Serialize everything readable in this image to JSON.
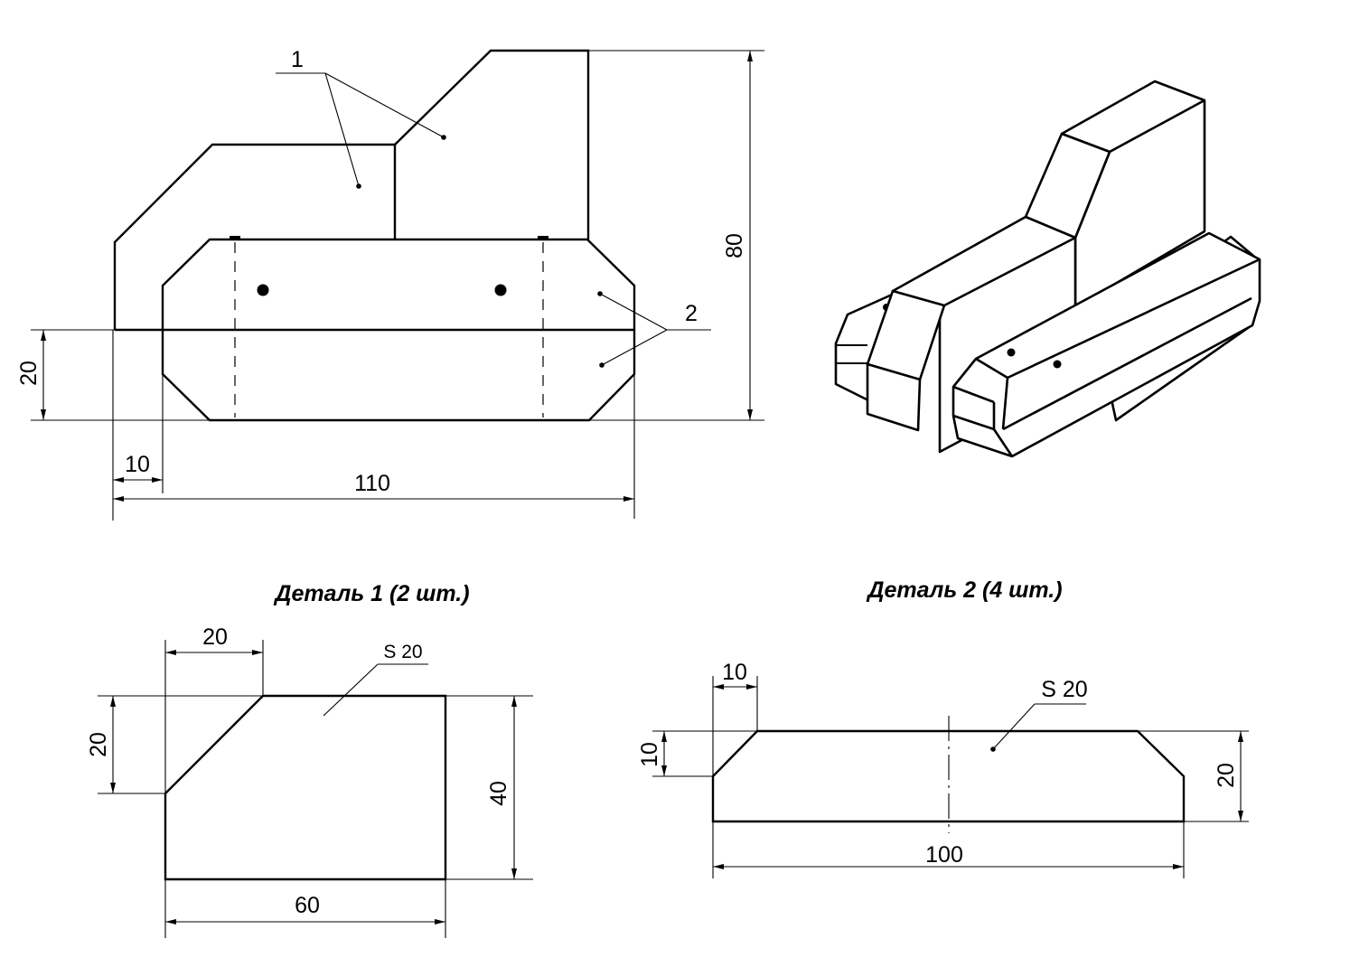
{
  "assembly": {
    "callouts": [
      "1",
      "2"
    ],
    "dimensions": {
      "height_total": "80",
      "height_track": "20",
      "offset": "10",
      "length": "110"
    }
  },
  "part1": {
    "title": "Деталь 1 (2 шт.)",
    "material": "S 20",
    "dimensions": {
      "chamfer_w": "20",
      "chamfer_h": "20",
      "width": "60",
      "height": "40"
    }
  },
  "part2": {
    "title": "Деталь 2 (4 шт.)",
    "material": "S 20",
    "dimensions": {
      "chamfer_w": "10",
      "chamfer_h": "10",
      "length": "100",
      "height": "20"
    }
  }
}
